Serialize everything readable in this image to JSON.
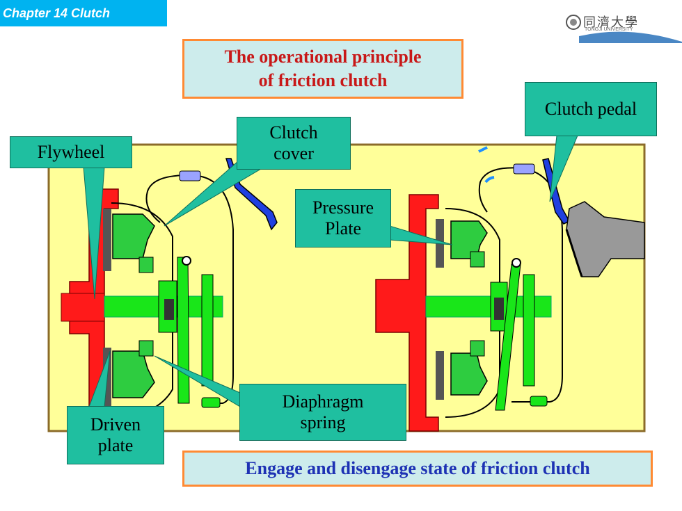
{
  "header": {
    "chapter": "Chapter 14 Clutch",
    "logo_text": "同濟大學",
    "logo_sub": "TONGJI UNIVERSITY"
  },
  "title": {
    "line1": "The operational principle",
    "line2": "of friction clutch"
  },
  "callouts": {
    "flywheel": "Flywheel",
    "clutch_cover_1": "Clutch",
    "clutch_cover_2": "cover",
    "clutch_pedal": "Clutch pedal",
    "pressure_plate_1": "Pressure",
    "pressure_plate_2": "Plate",
    "driven_plate_1": "Driven",
    "driven_plate_2": "plate",
    "diaphragm_1": "Diaphragm",
    "diaphragm_2": "spring"
  },
  "caption": "Engage and disengage state of friction clutch",
  "colors": {
    "chapter_bg": "#00b3f0",
    "panel_bg": "#ffff99",
    "callout_bg": "#1fbfa0",
    "title_red": "#c81818",
    "caption_blue": "#1e32b4",
    "border_orange": "#ff8a33"
  }
}
